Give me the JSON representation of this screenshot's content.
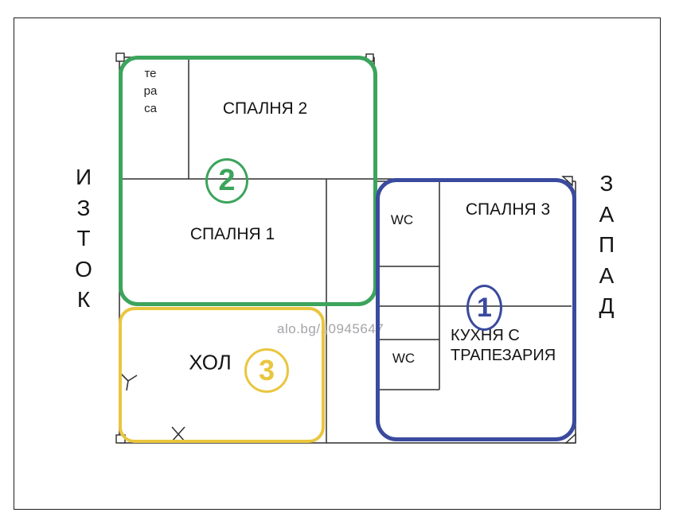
{
  "directions": {
    "east": "ИЗТОК",
    "west": "ЗАПАД"
  },
  "rooms": {
    "terrace": "тераса",
    "bedroom2": "СПАЛНЯ 2",
    "bedroom1": "СПАЛНЯ 1",
    "bedroom3": "СПАЛНЯ 3",
    "wc_upper": "WC",
    "wc_lower": "WC",
    "kitchen_line1": "КУХНЯ С",
    "kitchen_line2": "ТРАПЕЗАРИЯ",
    "living_room": "ХОЛ"
  },
  "zones": [
    {
      "number": "1",
      "color": "#3a4a9f"
    },
    {
      "number": "2",
      "color": "#3ca45c"
    },
    {
      "number": "3",
      "color": "#e9c63e"
    }
  ],
  "watermark": "alo.bg/10945647",
  "colors": {
    "walls": "#2f2f2f",
    "frame": "#1f1f1f",
    "background": "#ffffff"
  }
}
